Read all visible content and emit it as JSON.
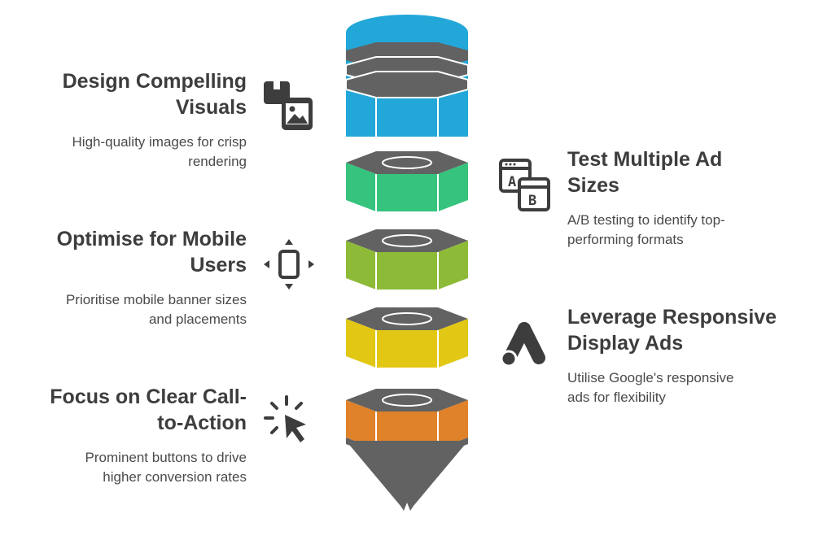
{
  "items": [
    {
      "title": "Design Compelling Visuals",
      "description": "High-quality images for crisp rendering",
      "icon": "image-gallery-icon",
      "color": "#22a7d8"
    },
    {
      "title": "Test Multiple Ad Sizes",
      "description": "A/B testing to identify top-performing formats",
      "icon": "ab-test-icon",
      "color": "#35c37d"
    },
    {
      "title": "Optimise for Mobile Users",
      "description": "Prioritise mobile banner sizes and placements",
      "icon": "mobile-arrows-icon",
      "color": "#8dbb37"
    },
    {
      "title": "Leverage Responsive Display Ads",
      "description": "Utilise Google's responsive ads for flexibility",
      "icon": "google-ads-icon",
      "color": "#e2c715"
    },
    {
      "title": "Focus on Clear Call-to-Action",
      "description": "Prominent buttons to drive higher conversion rates",
      "icon": "click-cursor-icon",
      "color": "#e0822a"
    }
  ],
  "lines": {
    "t0a": "Design Compelling",
    "t0b": "Visuals",
    "d0a": "High-quality images for crisp",
    "d0b": "rendering",
    "t1a": "Test Multiple Ad",
    "t1b": "Sizes",
    "d1a": "A/B testing to identify top-",
    "d1b": "performing formats",
    "t2a": "Optimise for Mobile",
    "t2b": "Users",
    "d2a": "Prioritise mobile banner sizes",
    "d2b": "and placements",
    "t3a": "Leverage Responsive",
    "t3b": "Display Ads",
    "d3a": "Utilise Google's responsive",
    "d3b": "ads for flexibility",
    "t4a": "Focus on Clear Call-",
    "t4b": "to-Action",
    "d4a": "Prominent buttons to drive",
    "d4b": "higher conversion rates"
  },
  "colors": {
    "stroke": "#626262",
    "blue": "#22a7d8",
    "green": "#35c37d",
    "lime": "#8dbb37",
    "yellow": "#e2c715",
    "orange": "#e0822a",
    "text": "#3d3d3d"
  }
}
